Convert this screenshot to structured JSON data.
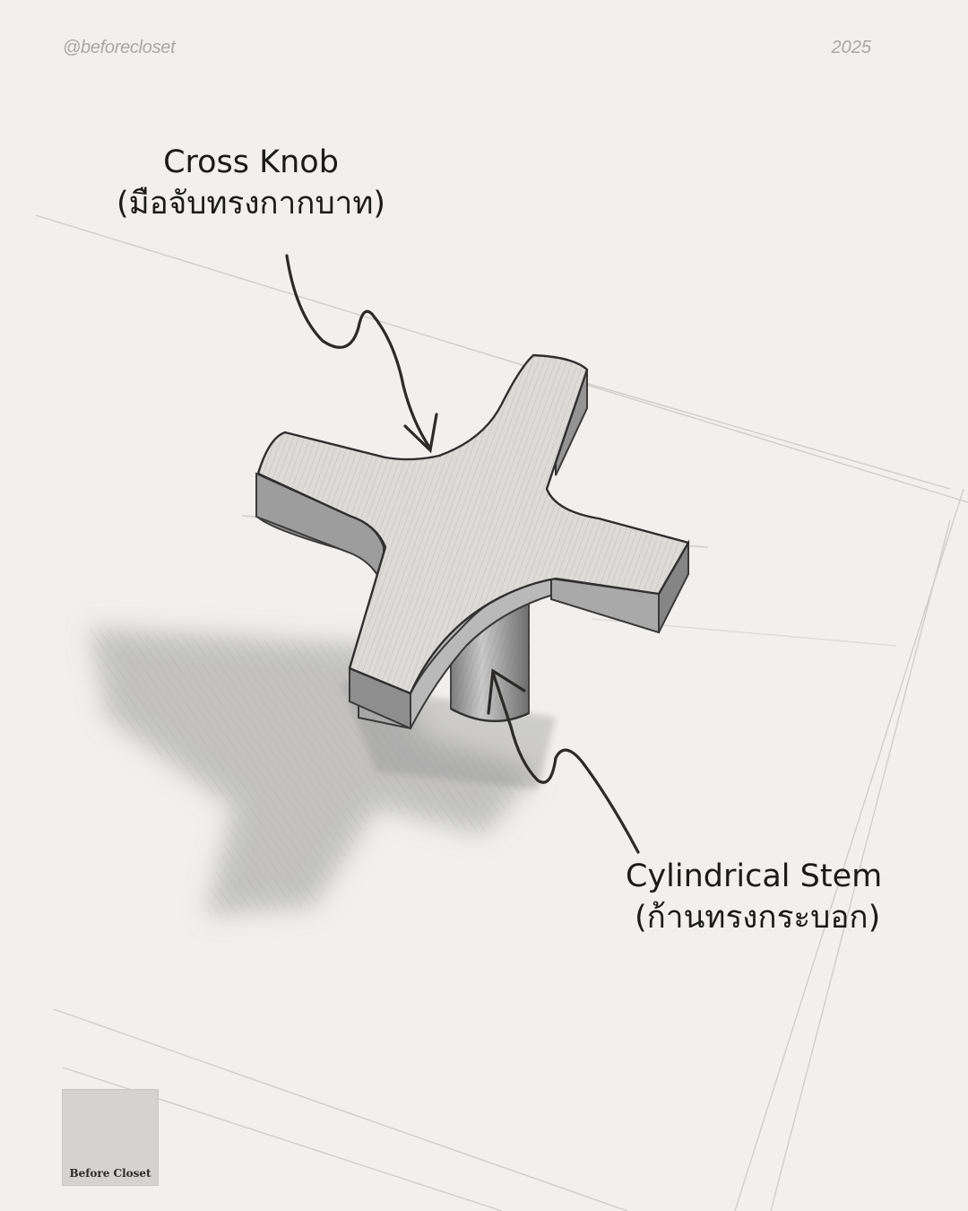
{
  "header": {
    "handle": "@beforecloset",
    "year": "2025"
  },
  "annotations": {
    "knob": {
      "title": "Cross Knob",
      "subtitle": "(มือจับทรงกากบาท)"
    },
    "stem": {
      "title": "Cylindrical Stem",
      "subtitle": "(ก้านทรงกระบอก)"
    }
  },
  "brand": {
    "name": "Before Closet"
  },
  "colors": {
    "paper": "#f1f0ee",
    "graphite": "#3a3a3a",
    "ink": "#1b1b1b",
    "tile": "#d5d3d0"
  }
}
